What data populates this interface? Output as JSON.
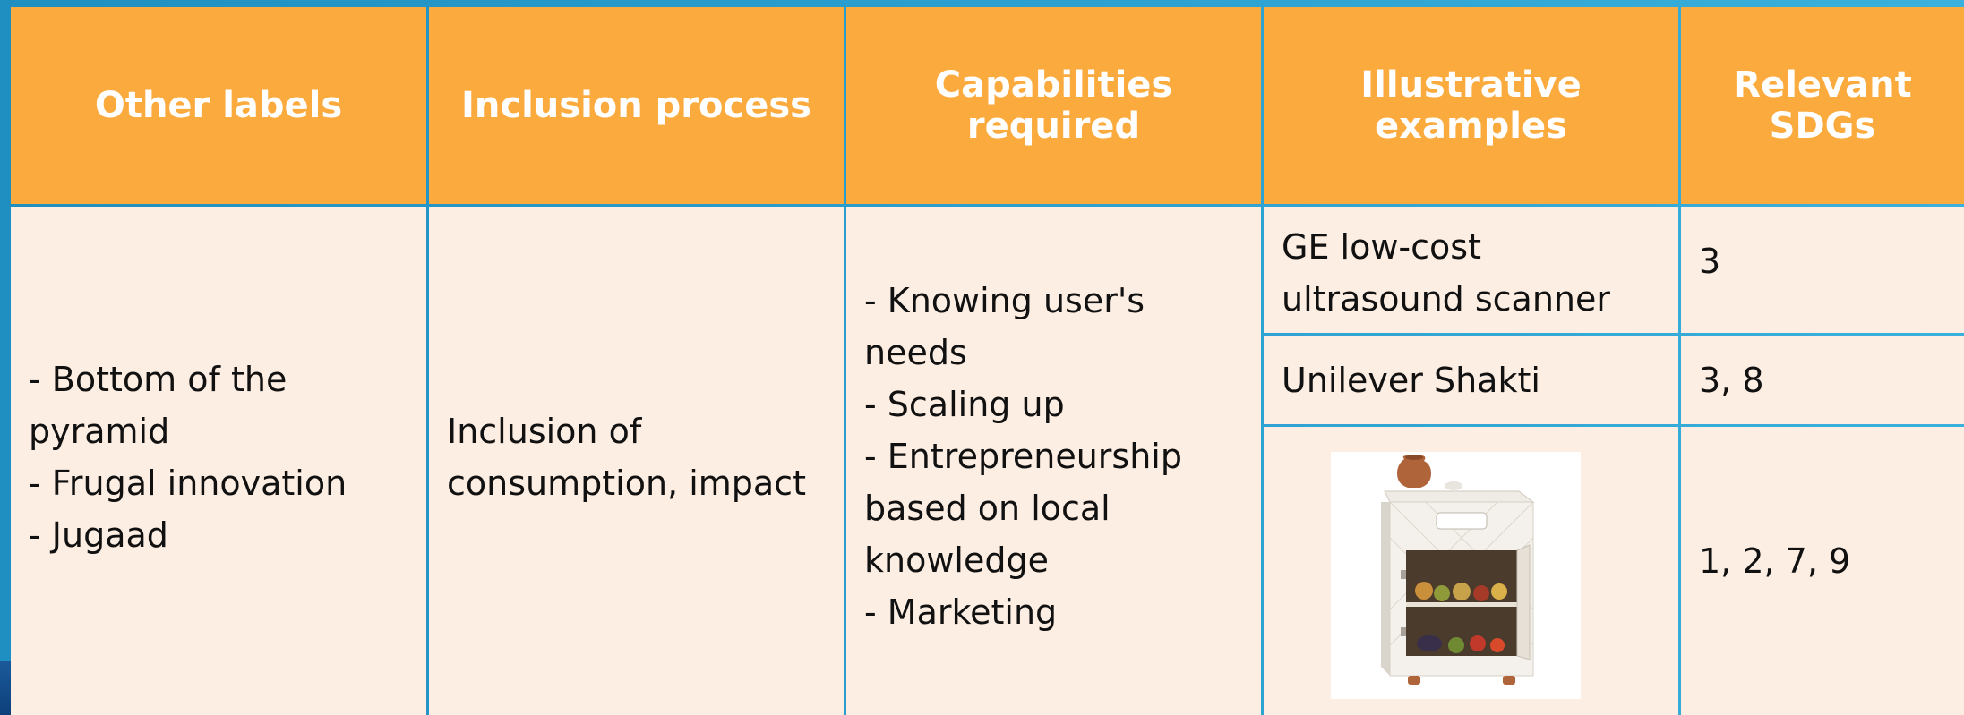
{
  "table": {
    "headers": {
      "other_labels": "Other labels",
      "inclusion_process": "Inclusion process",
      "capabilities_required": "Capabilities required",
      "illustrative_examples": "Illustrative examples",
      "relevant_sdgs_line1": "Relevant",
      "relevant_sdgs_line2": "SDGs"
    },
    "other_labels": [
      "- Bottom of the",
      "pyramid",
      "- Frugal innovation",
      "- Jugaad"
    ],
    "inclusion_process": [
      "Inclusion of",
      "consumption, impact"
    ],
    "capabilities": [
      "- Knowing user's",
      "needs",
      "- Scaling up",
      "- Entrepreneurship",
      "based on local",
      "knowledge",
      "- Marketing"
    ],
    "examples": [
      {
        "lines": [
          "GE low-cost",
          "ultrasound scanner"
        ],
        "sdgs": "3"
      },
      {
        "lines": [
          "Unilever Shakti"
        ],
        "sdgs": "3, 8"
      },
      {
        "image": "clay-refrigerator-image",
        "sdgs": "1, 2, 7, 9"
      }
    ]
  }
}
